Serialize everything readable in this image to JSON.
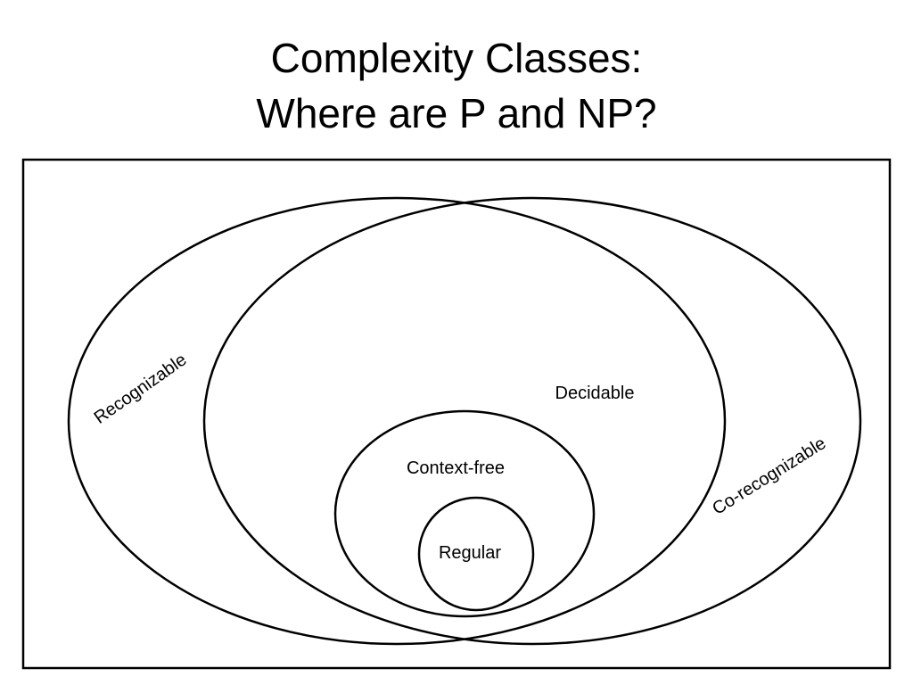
{
  "title": {
    "line1": "Complexity Classes:",
    "line2": "Where are P and NP?"
  },
  "diagram": {
    "sets": {
      "recognizable": "Recognizable",
      "co_recognizable": "Co-recognizable",
      "decidable": "Decidable",
      "context_free": "Context-free",
      "regular": "Regular"
    }
  },
  "colors": {
    "stroke": "#000000",
    "background": "#ffffff"
  }
}
